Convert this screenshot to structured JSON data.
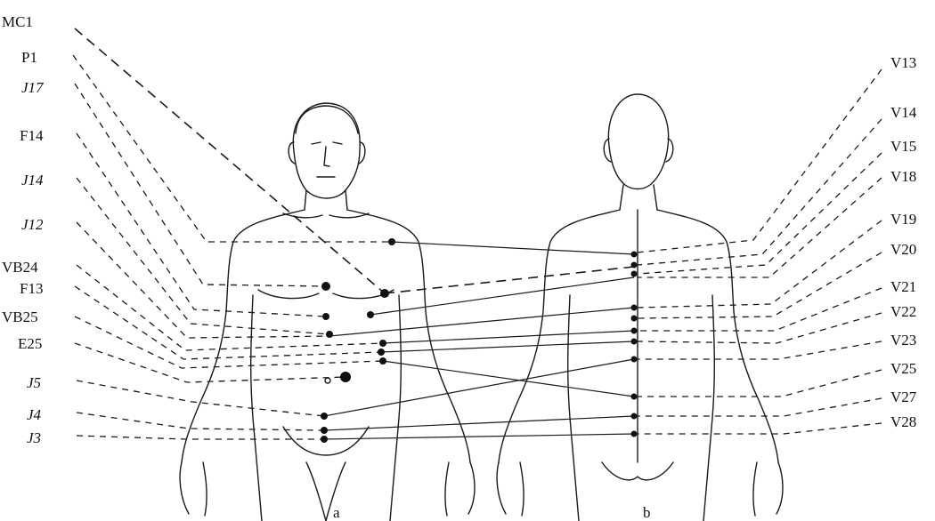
{
  "figure": {
    "left_labels": [
      "MC1",
      "P1",
      "J17",
      "F14",
      "J14",
      "J12",
      "VB24",
      "F13",
      "VB25",
      "E25",
      "J5",
      "J4",
      "J3"
    ],
    "right_labels": [
      "V13",
      "V14",
      "V15",
      "V18",
      "V19",
      "V20",
      "V21",
      "V22",
      "V23",
      "V25",
      "V27",
      "V28"
    ],
    "front_caption": "a",
    "back_caption": "b"
  }
}
